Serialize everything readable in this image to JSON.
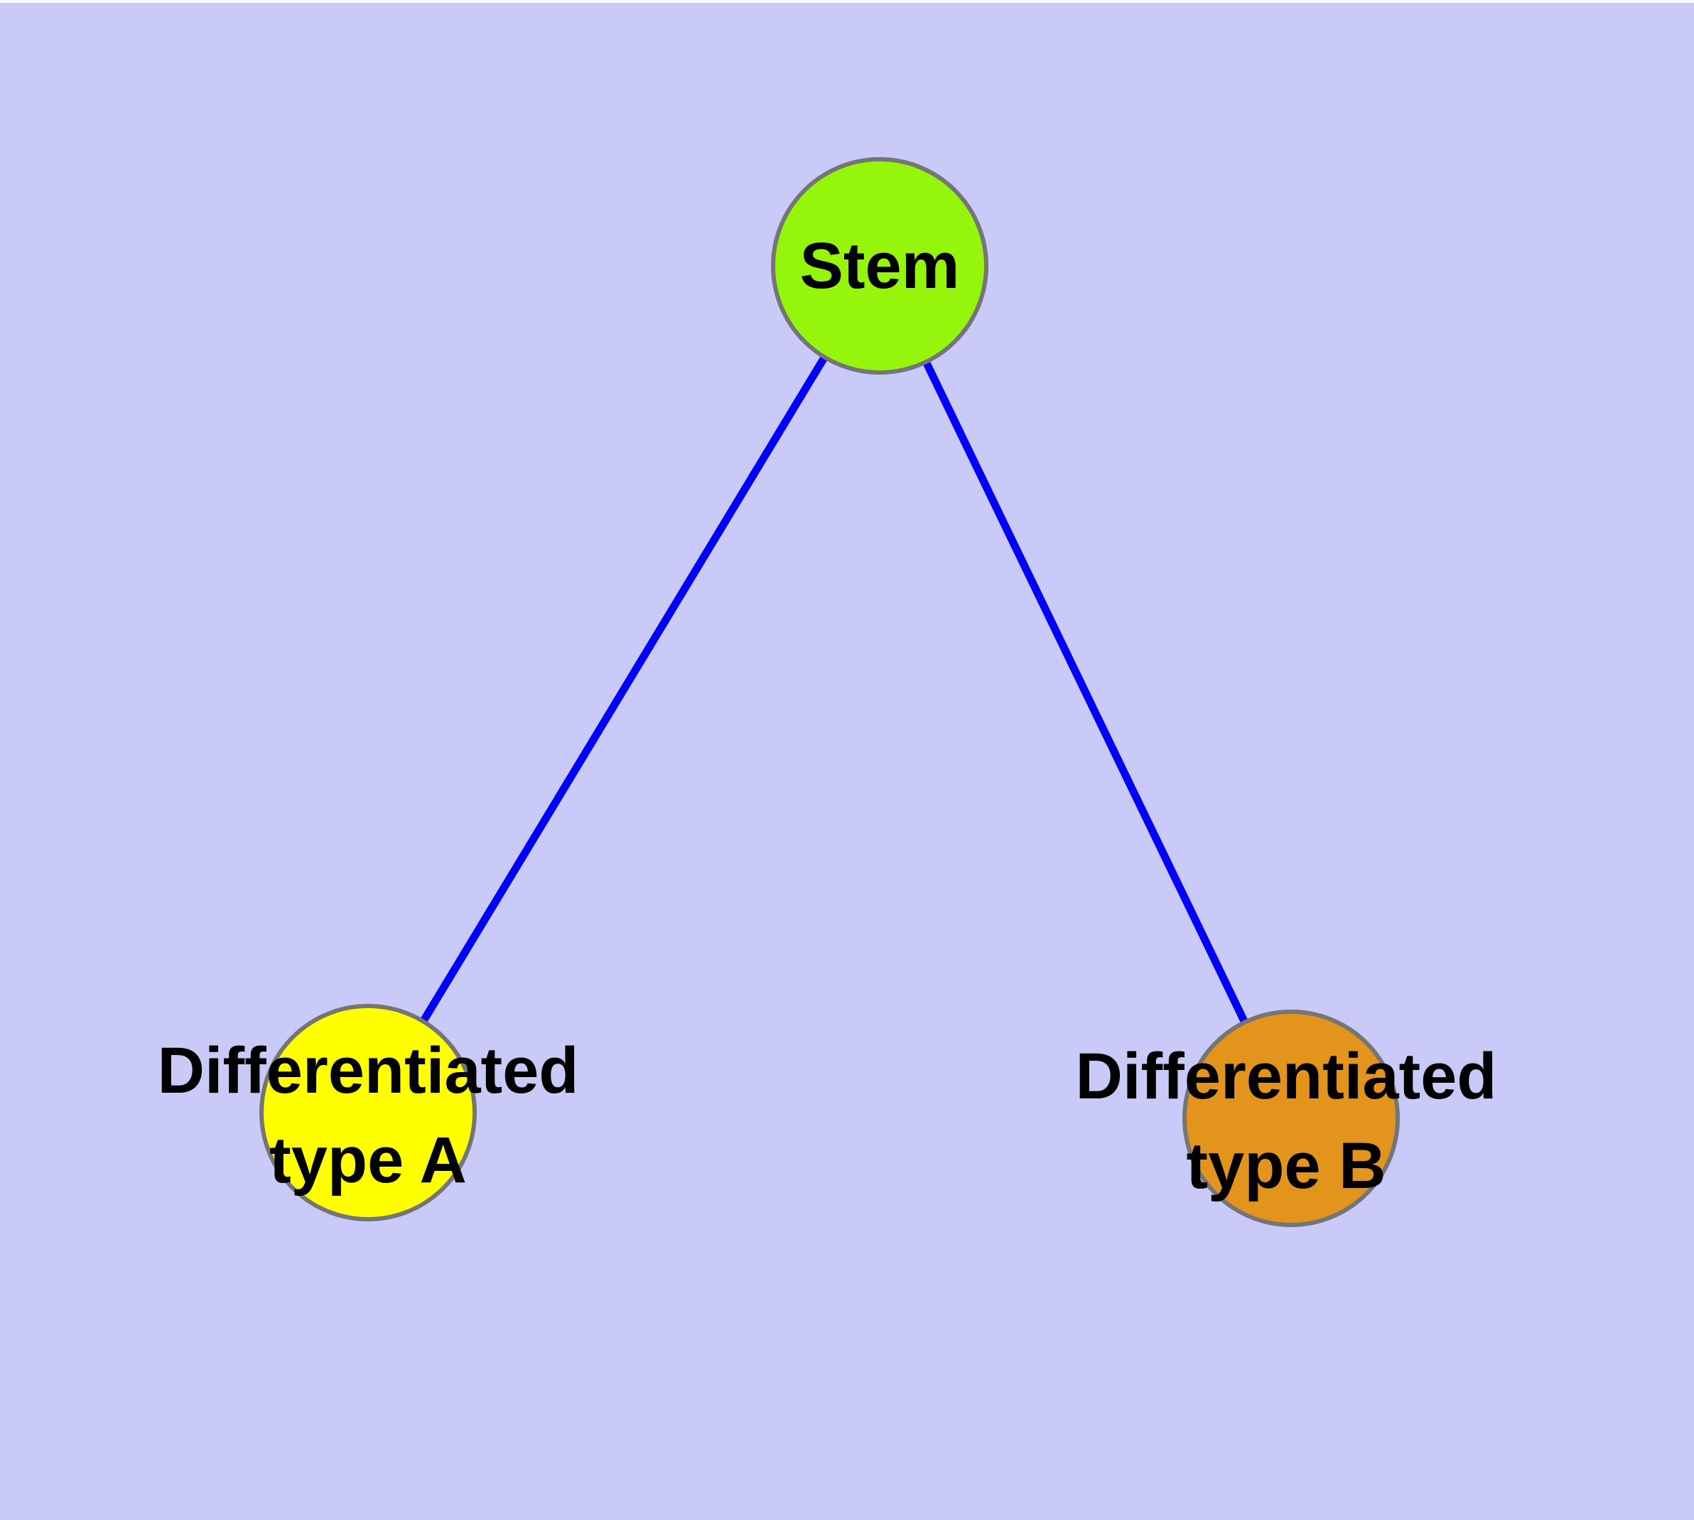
{
  "canvas": {
    "background_color": "#CACAF8",
    "top_strip_color": "#FCFCFC"
  },
  "styles": {
    "edge_color": "#0000F8",
    "node_border_color": "#757575",
    "label_color": "#000000"
  },
  "nodes": [
    {
      "id": "stem",
      "label_lines": [
        "Stem"
      ],
      "fill": "#95F50A"
    },
    {
      "id": "differentiated-type-a",
      "label_lines": [
        "Differentiated",
        "type A"
      ],
      "fill": "#FFFF00"
    },
    {
      "id": "differentiated-type-b",
      "label_lines": [
        "Differentiated",
        "type B"
      ],
      "fill": "#E2941C"
    }
  ],
  "edges": [
    {
      "from": "Stem",
      "to": "Differentiated type A"
    },
    {
      "from": "Stem",
      "to": "Differentiated type B"
    }
  ]
}
